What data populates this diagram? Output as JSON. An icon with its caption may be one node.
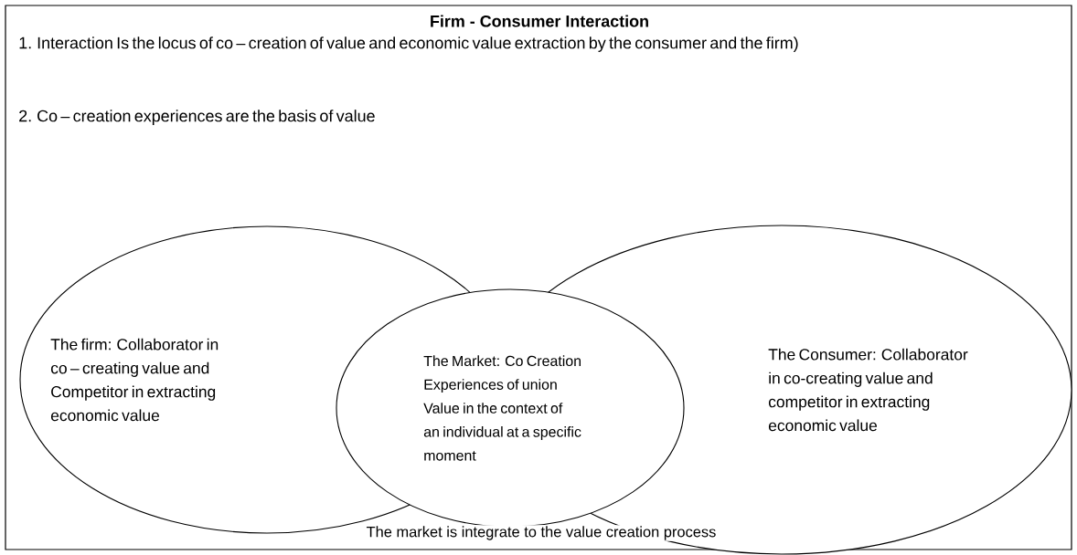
{
  "diagram": {
    "title": "Firm - Consumer Interaction",
    "caption": "The market is integrate to the value creation process",
    "labels": [
      "1. Interaction Is the locus of co – creation of value and economic value extraction by the consumer and the firm)",
      "2. Co – creation experiences are the basis of value"
    ],
    "nodes": [
      {
        "text": [
          "The firm: Collaborator in co – creating value and Competitor in extracting economic value"
        ]
      },
      {
        "text": [
          "The Market: Co Creation Experiences of union Value in the context of an individual at a specific moment"
        ]
      },
      {
        "text": [
          "The Consumer: Collaborator in co-creating value and competitor in extracting economic value"
        ]
      }
    ]
  }
}
